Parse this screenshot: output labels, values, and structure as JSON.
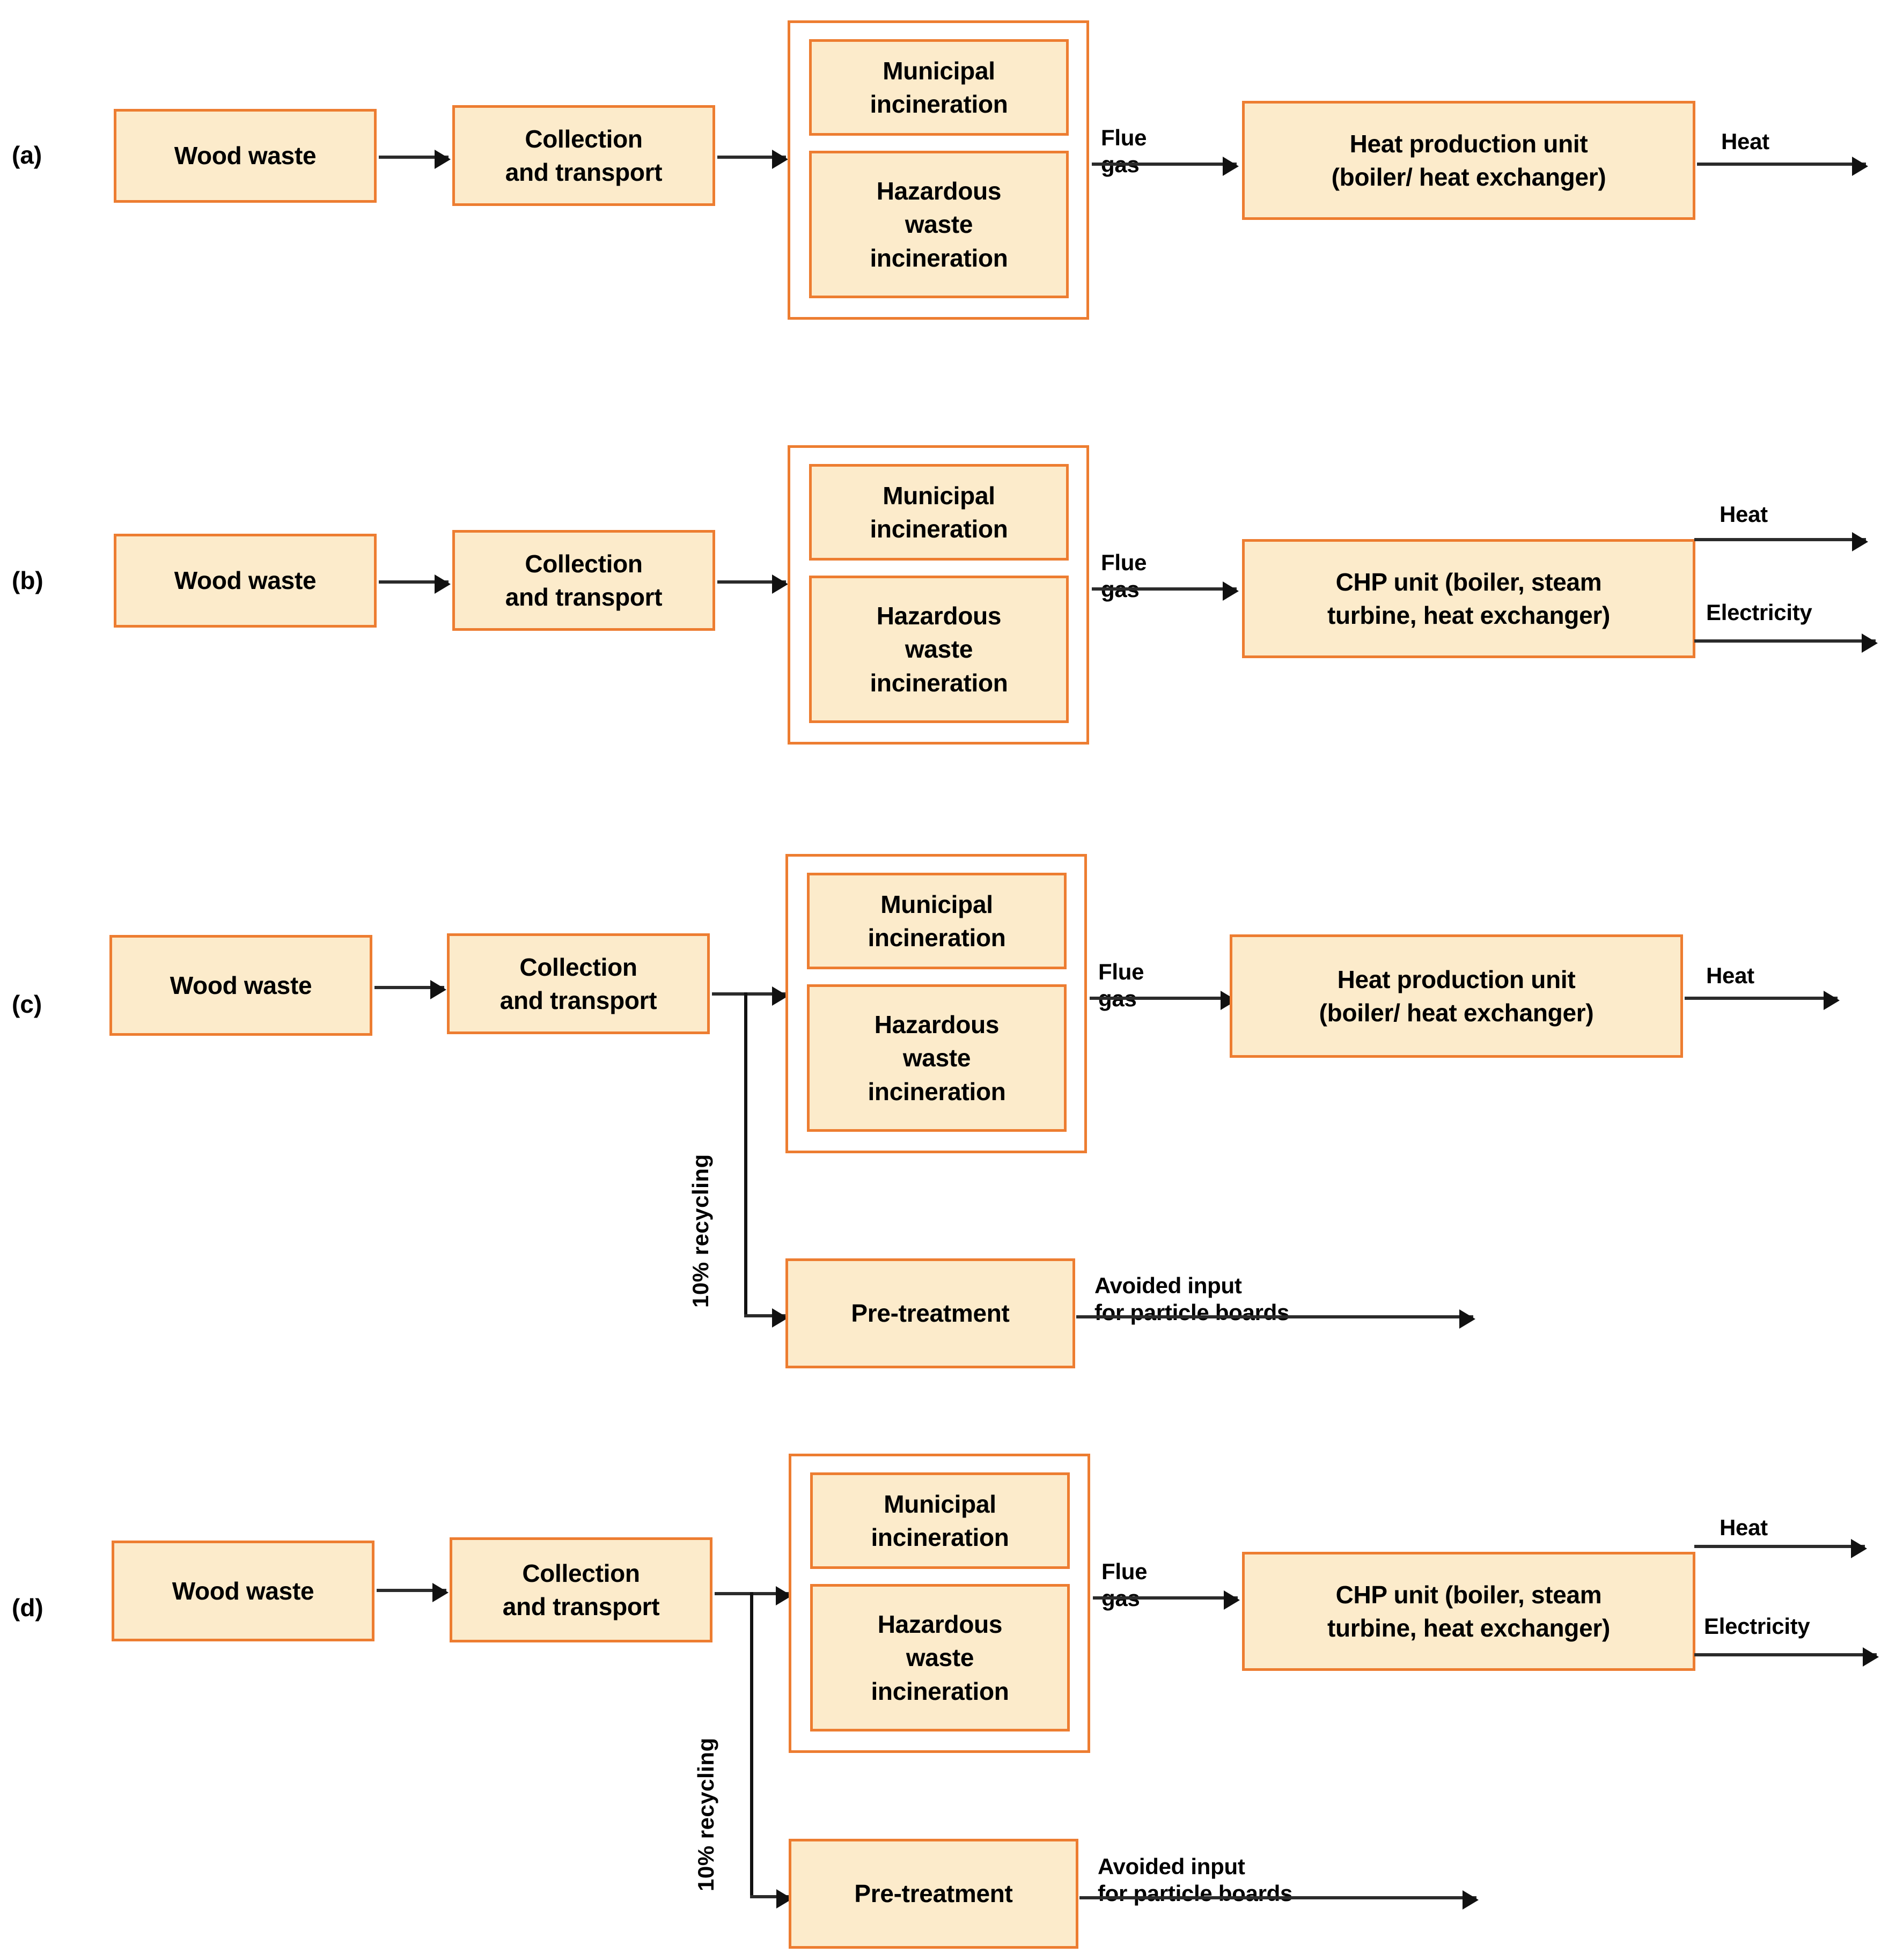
{
  "figure": {
    "type": "process-flow-diagram",
    "panel_count": 4,
    "colors": {
      "box_fill": "#FCEBCB",
      "box_border": "#ED7D31",
      "arrow": "#111111",
      "text": "#000000",
      "background": "#FFFFFF"
    }
  },
  "labels": {
    "wood_waste": "Wood waste",
    "collection": "Collection\nand transport",
    "municipal": "Municipal\nincineration",
    "hazardous": "Hazardous\nwaste\nincineration",
    "heat_unit": "Heat production unit\n(boiler/ heat exchanger)",
    "chp_unit": "CHP unit (boiler, steam\nturbine, heat exchanger)",
    "pre_treatment": "Pre-treatment",
    "flue_gas": "Flue\ngas",
    "heat": "Heat",
    "electricity": "Electricity",
    "avoided_input": "Avoided input\nfor particle boards",
    "recycling": "10% recycling"
  },
  "panels": [
    {
      "id": "a",
      "letter": "(a)",
      "nodes": [
        "Wood waste",
        "Collection and transport",
        "Municipal incineration",
        "Hazardous waste incineration",
        "Heat production unit (boiler/ heat exchanger)"
      ],
      "edges": [
        "Flue gas",
        "Heat"
      ],
      "has_recycling_branch": false
    },
    {
      "id": "b",
      "letter": "(b)",
      "nodes": [
        "Wood waste",
        "Collection and transport",
        "Municipal incineration",
        "Hazardous waste incineration",
        "CHP unit (boiler, steam turbine, heat exchanger)"
      ],
      "edges": [
        "Flue gas",
        "Heat",
        "Electricity"
      ],
      "has_recycling_branch": false
    },
    {
      "id": "c",
      "letter": "(c)",
      "nodes": [
        "Wood waste",
        "Collection and transport",
        "Municipal incineration",
        "Hazardous waste incineration",
        "Heat production unit (boiler/ heat exchanger)",
        "Pre-treatment"
      ],
      "edges": [
        "Flue gas",
        "Heat",
        "10% recycling",
        "Avoided input for particle boards"
      ],
      "has_recycling_branch": true
    },
    {
      "id": "d",
      "letter": "(d)",
      "nodes": [
        "Wood waste",
        "Collection and transport",
        "Municipal incineration",
        "Hazardous waste incineration",
        "CHP unit (boiler, steam turbine, heat exchanger)",
        "Pre-treatment"
      ],
      "edges": [
        "Flue gas",
        "Heat",
        "Electricity",
        "10% recycling",
        "Avoided input for particle boards"
      ],
      "has_recycling_branch": true
    }
  ]
}
